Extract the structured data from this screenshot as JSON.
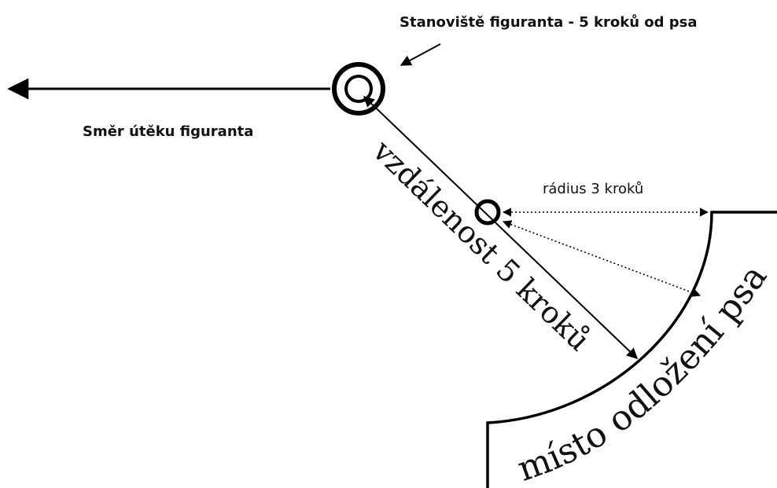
{
  "labels": {
    "stand_position": "Stanoviště figuranta - 5 kroků od psa",
    "escape_direction": "Směr útěku figuranta",
    "radius": "rádius 3 kroků",
    "distance": "vzdálenost 5 kroků",
    "dog_place": "místo odložení psa"
  },
  "colors": {
    "ink": "#000000",
    "text": "#111111",
    "background": "#ffffff"
  }
}
